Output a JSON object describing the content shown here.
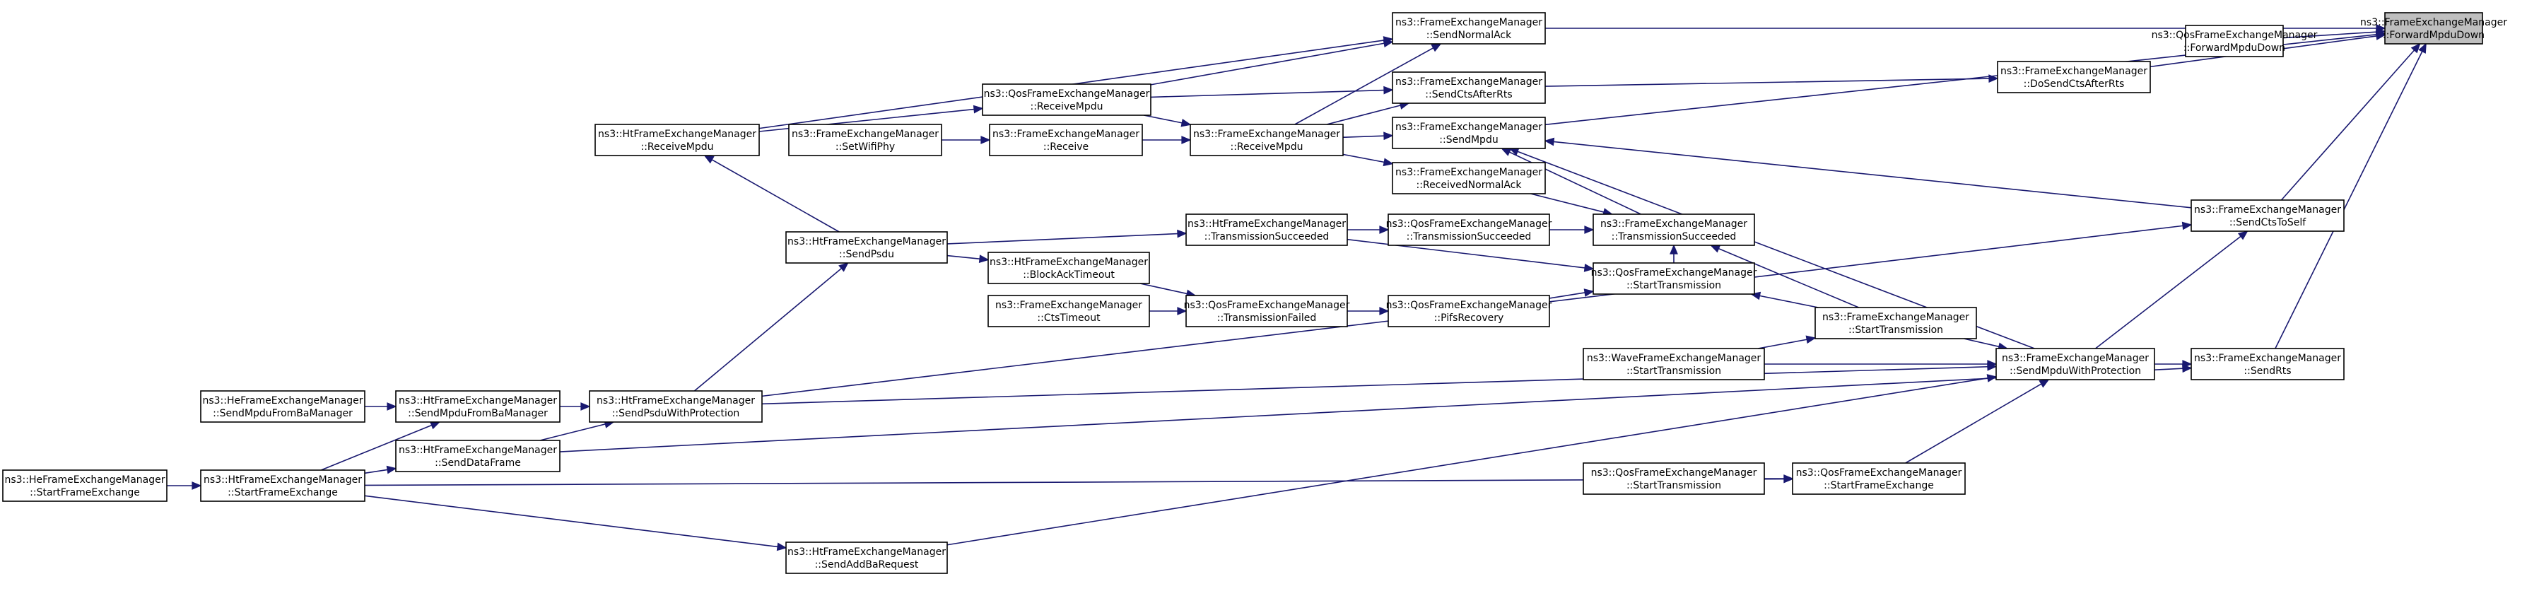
{
  "graph": {
    "nodes": [
      {
        "id": "root",
        "line1": "ns3::FrameExchangeManager",
        "line2": "::ForwardMpduDown",
        "highlight": true
      },
      {
        "id": "qos_forward",
        "line1": "ns3::QosFrameExchangeManager",
        "line2": "::ForwardMpduDown"
      },
      {
        "id": "fem_send_normal_ack",
        "line1": "ns3::FrameExchangeManager",
        "line2": "::SendNormalAck"
      },
      {
        "id": "fem_do_send_cts",
        "line1": "ns3::FrameExchangeManager",
        "line2": "::DoSendCtsAfterRts"
      },
      {
        "id": "fem_send_cts_after_rts",
        "line1": "ns3::FrameExchangeManager",
        "line2": "::SendCtsAfterRts"
      },
      {
        "id": "fem_send_mpdu",
        "line1": "ns3::FrameExchangeManager",
        "line2": "::SendMpdu"
      },
      {
        "id": "fem_send_cts_to_self",
        "line1": "ns3::FrameExchangeManager",
        "line2": "::SendCtsToSelf"
      },
      {
        "id": "fem_send_mpdu_with_prot",
        "line1": "ns3::FrameExchangeManager",
        "line2": "::SendMpduWithProtection"
      },
      {
        "id": "fem_send_rts",
        "line1": "ns3::FrameExchangeManager",
        "line2": "::SendRts"
      },
      {
        "id": "qos_receive_mpdu",
        "line1": "ns3::QosFrameExchangeManager",
        "line2": "::ReceiveMpdu"
      },
      {
        "id": "fem_receive_mpdu",
        "line1": "ns3::FrameExchangeManager",
        "line2": "::ReceiveMpdu"
      },
      {
        "id": "fem_received_normal_ack",
        "line1": "ns3::FrameExchangeManager",
        "line2": "::ReceivedNormalAck"
      },
      {
        "id": "fem_transmission_succeeded",
        "line1": "ns3::FrameExchangeManager",
        "line2": "::TransmissionSucceeded"
      },
      {
        "id": "qos_transmission_succeeded",
        "line1": "ns3::QosFrameExchangeManager",
        "line2": "::TransmissionSucceeded"
      },
      {
        "id": "qos_start_transmission",
        "line1": "ns3::QosFrameExchangeManager",
        "line2": "::StartTransmission"
      },
      {
        "id": "fem_start_transmission",
        "line1": "ns3::FrameExchangeManager",
        "line2": "::StartTransmission"
      },
      {
        "id": "qos_pifs_recovery",
        "line1": "ns3::QosFrameExchangeManager",
        "line2": "::PifsRecovery"
      },
      {
        "id": "wave_start_transmission",
        "line1": "ns3::WaveFrameExchangeManager",
        "line2": "::StartTransmission"
      },
      {
        "id": "qos_start_transmission_2",
        "line1": "ns3::QosFrameExchangeManager",
        "line2": "::StartTransmission"
      },
      {
        "id": "qos_start_frame_exchange",
        "line1": "ns3::QosFrameExchangeManager",
        "line2": "::StartFrameExchange"
      },
      {
        "id": "fem_receive",
        "line1": "ns3::FrameExchangeManager",
        "line2": "::Receive"
      },
      {
        "id": "fem_set_wifi_phy",
        "line1": "ns3::FrameExchangeManager",
        "line2": "::SetWifiPhy"
      },
      {
        "id": "ht_receive_mpdu",
        "line1": "ns3::HtFrameExchangeManager",
        "line2": "::ReceiveMpdu"
      },
      {
        "id": "ht_transmission_succeeded",
        "line1": "ns3::HtFrameExchangeManager",
        "line2": "::TransmissionSucceeded"
      },
      {
        "id": "qos_transmission_failed",
        "line1": "ns3::QosFrameExchangeManager",
        "line2": "::TransmissionFailed"
      },
      {
        "id": "ht_block_ack_timeout",
        "line1": "ns3::HtFrameExchangeManager",
        "line2": "::BlockAckTimeout"
      },
      {
        "id": "fem_cts_timeout",
        "line1": "ns3::FrameExchangeManager",
        "line2": "::CtsTimeout"
      },
      {
        "id": "ht_send_psdu",
        "line1": "ns3::HtFrameExchangeManager",
        "line2": "::SendPsdu"
      },
      {
        "id": "ht_send_psdu_with_prot",
        "line1": "ns3::HtFrameExchangeManager",
        "line2": "::SendPsduWithProtection"
      },
      {
        "id": "ht_send_mpdu_from_ba",
        "line1": "ns3::HtFrameExchangeManager",
        "line2": "::SendMpduFromBaManager"
      },
      {
        "id": "he_send_mpdu_from_ba",
        "line1": "ns3::HeFrameExchangeManager",
        "line2": "::SendMpduFromBaManager"
      },
      {
        "id": "ht_send_data_frame",
        "line1": "ns3::HtFrameExchangeManager",
        "line2": "::SendDataFrame"
      },
      {
        "id": "ht_start_frame_exchange",
        "line1": "ns3::HtFrameExchangeManager",
        "line2": "::StartFrameExchange"
      },
      {
        "id": "he_start_frame_exchange",
        "line1": "ns3::HeFrameExchangeManager",
        "line2": "::StartFrameExchange"
      },
      {
        "id": "ht_send_add_ba_request",
        "line1": "ns3::HtFrameExchangeManager",
        "line2": "::SendAddBaRequest"
      }
    ],
    "edges": [
      {
        "from": "qos_forward",
        "to": "root"
      },
      {
        "from": "fem_send_normal_ack",
        "to": "root"
      },
      {
        "from": "fem_do_send_cts",
        "to": "root"
      },
      {
        "from": "fem_send_mpdu",
        "to": "root"
      },
      {
        "from": "fem_send_cts_to_self",
        "to": "root"
      },
      {
        "from": "fem_send_rts",
        "to": "root"
      },
      {
        "from": "fem_send_cts_after_rts",
        "to": "fem_do_send_cts"
      },
      {
        "from": "fem_send_mpdu_with_prot",
        "to": "fem_send_cts_to_self"
      },
      {
        "from": "fem_send_mpdu_with_prot",
        "to": "fem_send_rts"
      },
      {
        "from": "fem_send_mpdu_with_prot",
        "to": "fem_send_mpdu"
      },
      {
        "from": "fem_send_cts_to_self",
        "to": "fem_send_mpdu"
      },
      {
        "from": "fem_receive_mpdu",
        "to": "fem_send_normal_ack"
      },
      {
        "from": "fem_receive_mpdu",
        "to": "fem_send_cts_after_rts"
      },
      {
        "from": "fem_receive_mpdu",
        "to": "fem_send_mpdu"
      },
      {
        "from": "fem_receive_mpdu",
        "to": "fem_received_normal_ack"
      },
      {
        "from": "qos_receive_mpdu",
        "to": "fem_send_normal_ack"
      },
      {
        "from": "qos_receive_mpdu",
        "to": "fem_send_cts_after_rts"
      },
      {
        "from": "qos_receive_mpdu",
        "to": "fem_receive_mpdu"
      },
      {
        "from": "ht_receive_mpdu",
        "to": "fem_send_normal_ack"
      },
      {
        "from": "ht_receive_mpdu",
        "to": "qos_receive_mpdu"
      },
      {
        "from": "fem_receive",
        "to": "fem_receive_mpdu"
      },
      {
        "from": "fem_set_wifi_phy",
        "to": "fem_receive"
      },
      {
        "from": "fem_received_normal_ack",
        "to": "fem_transmission_succeeded"
      },
      {
        "from": "fem_transmission_succeeded",
        "to": "fem_send_mpdu"
      },
      {
        "from": "qos_transmission_succeeded",
        "to": "fem_transmission_succeeded"
      },
      {
        "from": "qos_start_transmission",
        "to": "fem_transmission_succeeded"
      },
      {
        "from": "ht_transmission_succeeded",
        "to": "qos_transmission_succeeded"
      },
      {
        "from": "ht_transmission_succeeded",
        "to": "qos_start_transmission"
      },
      {
        "from": "fem_start_transmission",
        "to": "fem_transmission_succeeded"
      },
      {
        "from": "fem_start_transmission",
        "to": "qos_start_transmission"
      },
      {
        "from": "fem_start_transmission",
        "to": "fem_send_mpdu_with_prot"
      },
      {
        "from": "qos_pifs_recovery",
        "to": "qos_start_transmission"
      },
      {
        "from": "qos_transmission_failed",
        "to": "qos_pifs_recovery"
      },
      {
        "from": "ht_block_ack_timeout",
        "to": "qos_transmission_failed"
      },
      {
        "from": "fem_cts_timeout",
        "to": "qos_transmission_failed"
      },
      {
        "from": "wave_start_transmission",
        "to": "fem_start_transmission"
      },
      {
        "from": "wave_start_transmission",
        "to": "fem_send_mpdu_with_prot"
      },
      {
        "from": "qos_start_frame_exchange",
        "to": "fem_send_mpdu_with_prot"
      },
      {
        "from": "qos_start_transmission_2",
        "to": "qos_start_frame_exchange"
      },
      {
        "from": "ht_send_psdu",
        "to": "ht_receive_mpdu"
      },
      {
        "from": "ht_send_psdu",
        "to": "ht_transmission_succeeded"
      },
      {
        "from": "ht_send_psdu",
        "to": "ht_block_ack_timeout"
      },
      {
        "from": "ht_send_psdu_with_prot",
        "to": "ht_send_psdu"
      },
      {
        "from": "ht_send_psdu_with_prot",
        "to": "fem_send_cts_to_self"
      },
      {
        "from": "ht_send_mpdu_from_ba",
        "to": "ht_send_psdu_with_prot"
      },
      {
        "from": "he_send_mpdu_from_ba",
        "to": "ht_send_mpdu_from_ba"
      },
      {
        "from": "ht_send_data_frame",
        "to": "ht_send_psdu_with_prot"
      },
      {
        "from": "ht_send_data_frame",
        "to": "fem_send_rts"
      },
      {
        "from": "ht_start_frame_exchange",
        "to": "ht_send_mpdu_from_ba"
      },
      {
        "from": "ht_start_frame_exchange",
        "to": "ht_send_data_frame"
      },
      {
        "from": "ht_start_frame_exchange",
        "to": "qos_start_frame_exchange"
      },
      {
        "from": "ht_start_frame_exchange",
        "to": "ht_send_add_ba_request"
      },
      {
        "from": "he_start_frame_exchange",
        "to": "ht_start_frame_exchange"
      },
      {
        "from": "ht_send_add_ba_request",
        "to": "fem_send_mpdu_with_prot"
      },
      {
        "from": "ht_send_psdu_with_prot",
        "to": "fem_send_mpdu_with_prot"
      }
    ]
  }
}
